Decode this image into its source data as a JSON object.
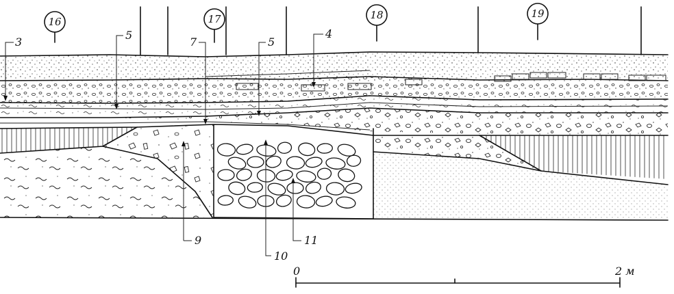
{
  "section_markers": [
    "16",
    "17",
    "18",
    "19"
  ],
  "layer_labels": {
    "l3": "3",
    "l5a": "5",
    "l7": "7",
    "l5b": "5",
    "l4": "4",
    "l9": "9",
    "l10": "10",
    "l11": "11"
  },
  "scale_bar": {
    "start_label": "0",
    "end_label": "2 м"
  }
}
